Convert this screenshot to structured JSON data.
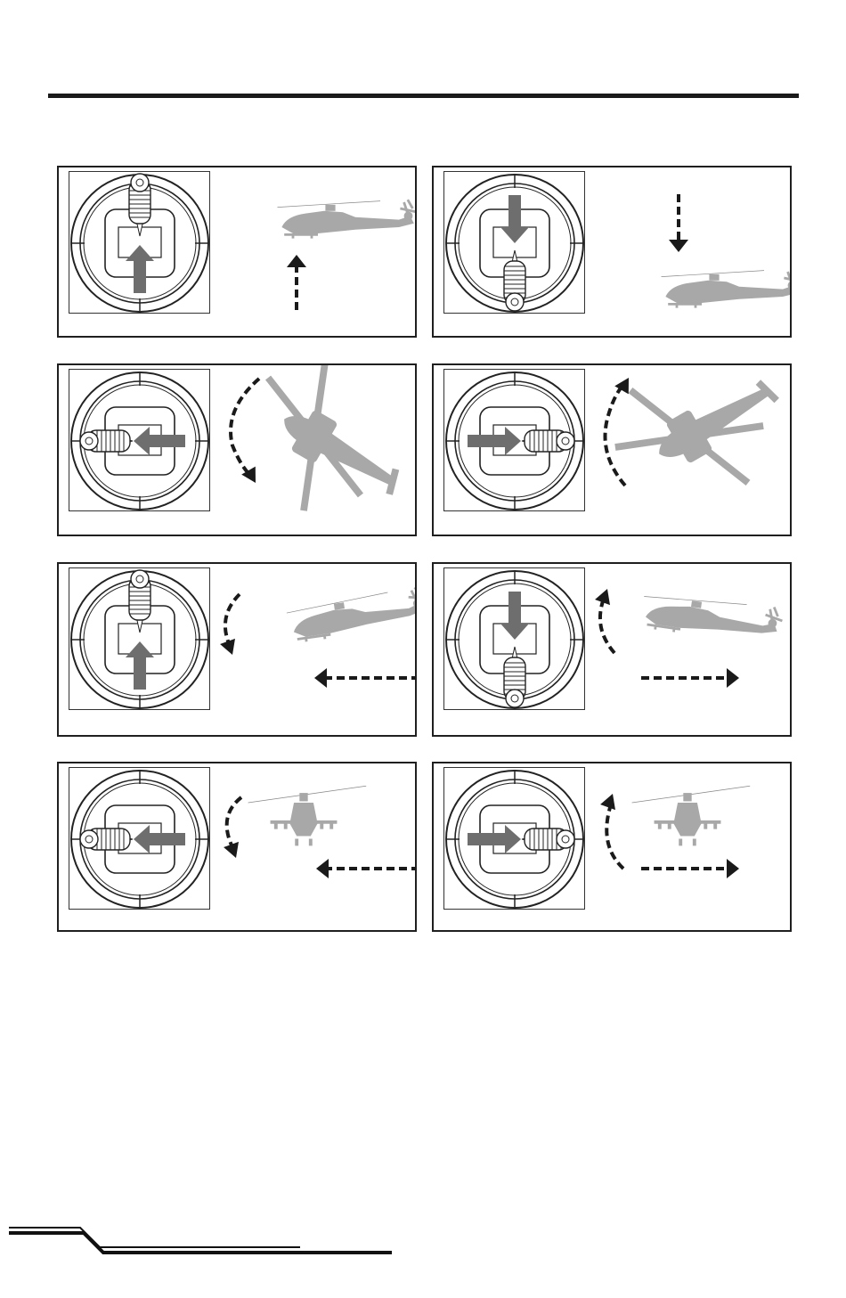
{
  "panels": [
    {
      "id": "throttle-up",
      "stick": "up",
      "scene": "side-rise",
      "arrow_color": "#6e6e6e"
    },
    {
      "id": "throttle-down",
      "stick": "down",
      "scene": "side-descend",
      "arrow_color": "#6e6e6e"
    },
    {
      "id": "rudder-left",
      "stick": "left",
      "scene": "top-yaw-left",
      "arrow_color": "#6e6e6e"
    },
    {
      "id": "rudder-right",
      "stick": "right",
      "scene": "top-yaw-right",
      "arrow_color": "#6e6e6e"
    },
    {
      "id": "elevator-forward",
      "stick": "up",
      "scene": "side-forward",
      "arrow_color": "#6e6e6e"
    },
    {
      "id": "elevator-back",
      "stick": "down",
      "scene": "side-backward",
      "arrow_color": "#6e6e6e"
    },
    {
      "id": "aileron-left",
      "stick": "left",
      "scene": "front-left",
      "arrow_color": "#6e6e6e"
    },
    {
      "id": "aileron-right",
      "stick": "right",
      "scene": "front-right",
      "arrow_color": "#6e6e6e"
    }
  ],
  "colors": {
    "helicopter": "#a8a8a8",
    "motion_arrow": "#1a1a1a",
    "stick_arrow": "#6e6e6e",
    "frame": "#1f1f1f"
  },
  "icons": [
    "transmitter-stick-icon",
    "helicopter-side-icon",
    "helicopter-top-icon",
    "helicopter-front-icon",
    "dashed-arrow-icon"
  ]
}
